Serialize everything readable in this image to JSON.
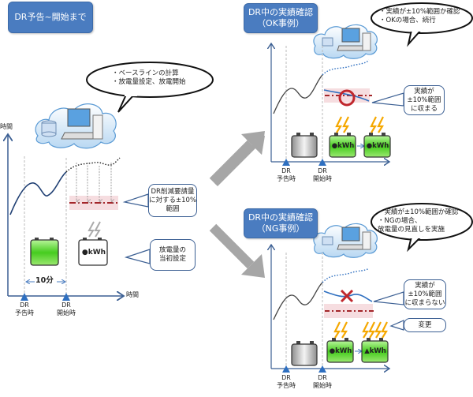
{
  "panels": {
    "pre": {
      "title": "DR予告~開始まで",
      "speech": "・ベースラインの計算\n・放電量設定、放電開始",
      "y_axis_label": "時間",
      "x_axis_label": "時間",
      "interval_label": "10分",
      "callout_range": "DR削減要請量\nに対する±10%\n範囲",
      "callout_discharge": "放電量の\n当初設定",
      "marker_notice": "DR\n予告時",
      "marker_start": "DR\n開始時",
      "battery_label": "●kWh"
    },
    "ok": {
      "title": "DR中の実績確認\n（OK事例）",
      "speech": "・実績が±10%範囲か確認\n・OKの場合、続行",
      "callout_result": "実績が\n±10%範囲\nに収まる",
      "marker_notice": "DR\n予告時",
      "marker_start": "DR\n開始時",
      "battery_label_1": "●kWh",
      "battery_label_2": "●kWh",
      "judgement_icon": "circle-ok-icon"
    },
    "ng": {
      "title": "DR中の実績確認\n（NG事例）",
      "speech": "・実績が±10%範囲か確認\n・NGの場合、\n  放電量の見直しを実施",
      "callout_result": "実績が\n±10%範囲\nに収まらない",
      "callout_change": "変更",
      "marker_notice": "DR\n予告時",
      "marker_start": "DR\n開始時",
      "battery_label_1": "●kWh",
      "battery_label_2": "▲kWh",
      "judgement_icon": "cross-ng-icon"
    }
  },
  "colors": {
    "title_bg": "#4a7cc0",
    "axis": "#3b5f93",
    "marker": "#2e6fc0",
    "range_band": "#f6dde0",
    "range_line": "#a3262a",
    "battery_green": "#4fd12a",
    "bolt": "#f5a800",
    "arrow_gray": "#a6a6a6"
  }
}
